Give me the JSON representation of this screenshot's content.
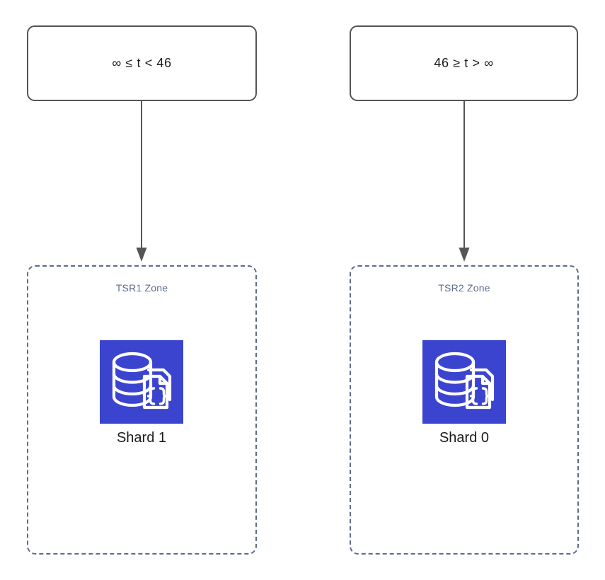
{
  "diagram": {
    "title": "Time-range sharding routing diagram",
    "background_color": "#ffffff",
    "colors": {
      "box_border": "#555555",
      "box_text": "#1a1a1a",
      "zone_border": "#5b6c8f",
      "zone_label": "#5b6c8f",
      "arrow": "#555555",
      "icon_background": "#3b44cf",
      "icon_glyph": "#ffffff"
    }
  },
  "conditions": [
    {
      "id": "left",
      "label": "∞ ≤ t < 46",
      "icon": "rounded-rectangle-node"
    },
    {
      "id": "right",
      "label": "46 ≥ t > ∞",
      "icon": "rounded-rectangle-node"
    }
  ],
  "arrows": [
    {
      "id": "left",
      "from": "∞ ≤ t < 46",
      "to": "TSR1 Zone",
      "icon": "arrow-down-icon"
    },
    {
      "id": "right",
      "from": "46 ≥ t > ∞",
      "to": "TSR2 Zone",
      "icon": "arrow-down-icon"
    }
  ],
  "zones": [
    {
      "id": "left",
      "label": "TSR1 Zone",
      "shard": {
        "label": "Shard 1",
        "icon": "database-document-icon"
      }
    },
    {
      "id": "right",
      "label": "TSR2 Zone",
      "shard": {
        "label": "Shard 0",
        "icon": "database-document-icon"
      }
    }
  ]
}
